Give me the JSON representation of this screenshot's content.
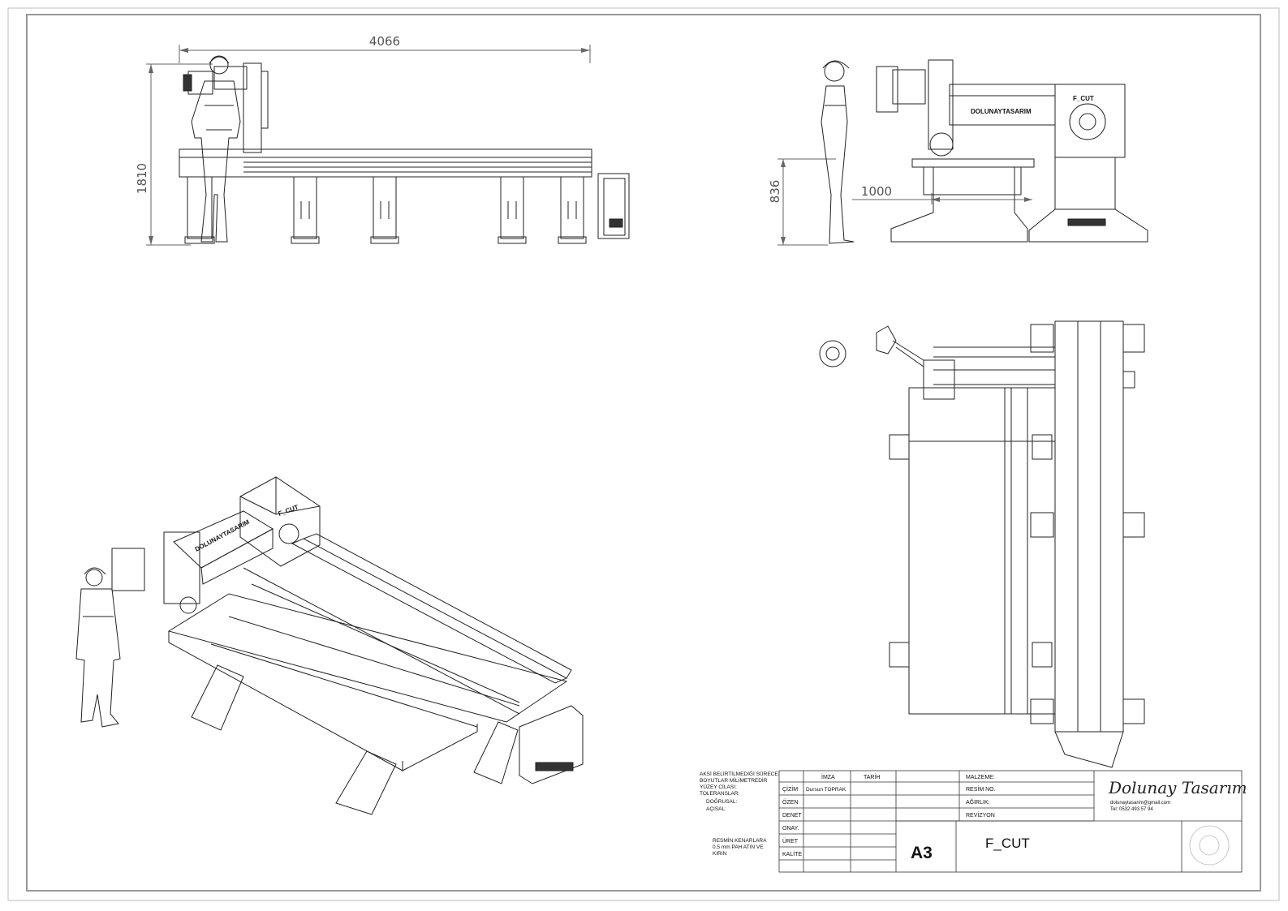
{
  "drawing": {
    "dimensions": {
      "front_width": "4066",
      "front_height": "1810",
      "side_height": "836",
      "side_depth": "1000"
    },
    "machine_labels": {
      "brand_beam": "DOLUNAYTASARIM",
      "model_badge": "F_CUT"
    }
  },
  "title_block": {
    "notes": {
      "line1": "AKSİ BELİRTİLMEDİĞİ SÜRECE:",
      "line2": "BOYUTLAR MİLİMETREDİR",
      "line3": "YÜZEY CİLASI:",
      "line4": "TOLERANSLAR:",
      "line5": "DOĞRUSAL:",
      "line6": "AÇISAL:",
      "edge_note1": "RESMİN KENARLARA",
      "edge_note2": "0.5 mm PAH ATIN VE",
      "edge_note3": "KIRIN"
    },
    "headers": {
      "signature": "İMZA",
      "date": "TARİH"
    },
    "rows": {
      "drawn": "ÇİZİM",
      "drawn_by": "Dursun TOPRAK",
      "checked": "ÖZEN",
      "inspected": "DENET",
      "approved": "ONAY.",
      "produced": "ÜRET",
      "quality": "KALİTE"
    },
    "fields": {
      "material": "MALZEME:",
      "drawing_no": "RESİM NO.",
      "weight": "AĞIRLIK:",
      "revision": "REVİZYON"
    },
    "company": {
      "name": "Dolunay Tasarım",
      "email": "dolunaytasarim@gmail.com",
      "phone": "Tel: 0532 493 57 94"
    },
    "sheet_size": "A3",
    "part_name": "F_CUT"
  }
}
